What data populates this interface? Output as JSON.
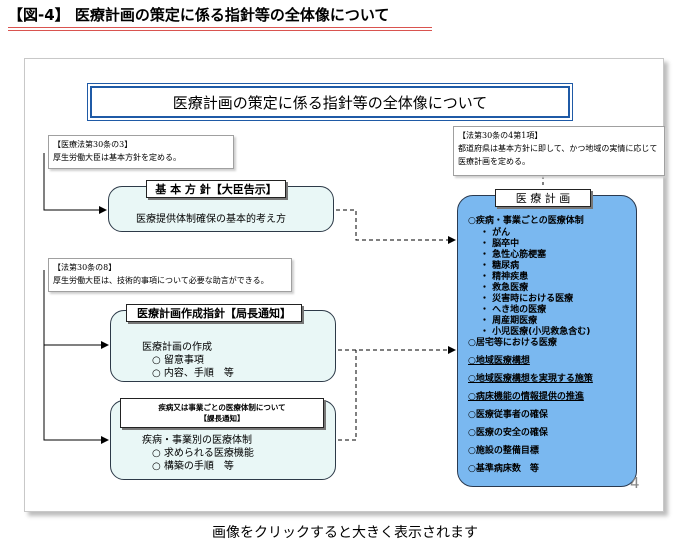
{
  "figure_title": "【図-4】 医療計画の策定に係る指針等の全体像について",
  "main_banner": "医療計画の策定に係る指針等の全体像について",
  "notes": {
    "law_30_3": {
      "head": "【医療法第30条の3】",
      "body": "厚生労働大臣は基本方針を定める。"
    },
    "law_30_8": {
      "head": "【法第30条の8】",
      "body": "厚生労働大臣は、技術的事項について必要な助言ができる。"
    },
    "law_30_4": {
      "head": "【法第30条の4第1項】",
      "body": "都道府県は基本方針に即して、かつ地域の実情に応じて医療計画を定める。"
    }
  },
  "basic_policy": {
    "tag": "基 本 方 針【大臣告示】",
    "desc": "医療提供体制確保の基本的考え方"
  },
  "plan_guideline": {
    "tag": "医療計画作成指針【局長通知】",
    "lines": [
      "医療計画の作成",
      "○ 留意事項",
      "○ 内容、手順　等"
    ]
  },
  "disease_notice": {
    "tag_line1": "疾病又は事業ごとの医療体制について",
    "tag_line2": "【課長通知】",
    "lines": [
      "疾病・事業別の医療体制",
      "○ 求められる医療機能",
      "○ 構築の手順　等"
    ]
  },
  "medical_plan": {
    "tag": "医 療 計 画",
    "header": "○疾病・事業ごとの医療体制",
    "subitems": [
      "・ がん",
      "・ 脳卒中",
      "・ 急性心筋梗塞",
      "・ 糖尿病",
      "・ 精神疾患",
      "・ 救急医療",
      "・ 災害時における医療",
      "・ へき地の医療",
      "・ 周産期医療",
      "・ 小児医療(小児救急含む)"
    ],
    "items": [
      "○居宅等における医療",
      "○地域医療構想",
      "○地域医療構想を実現する施策",
      "○病床機能の情報提供の推進",
      "○医療従事者の確保",
      "○医療の安全の確保",
      "○施設の整備目標",
      "○基準病床数　等"
    ]
  },
  "page_number": "4",
  "caption": "画像をクリックすると大きく表示されます"
}
